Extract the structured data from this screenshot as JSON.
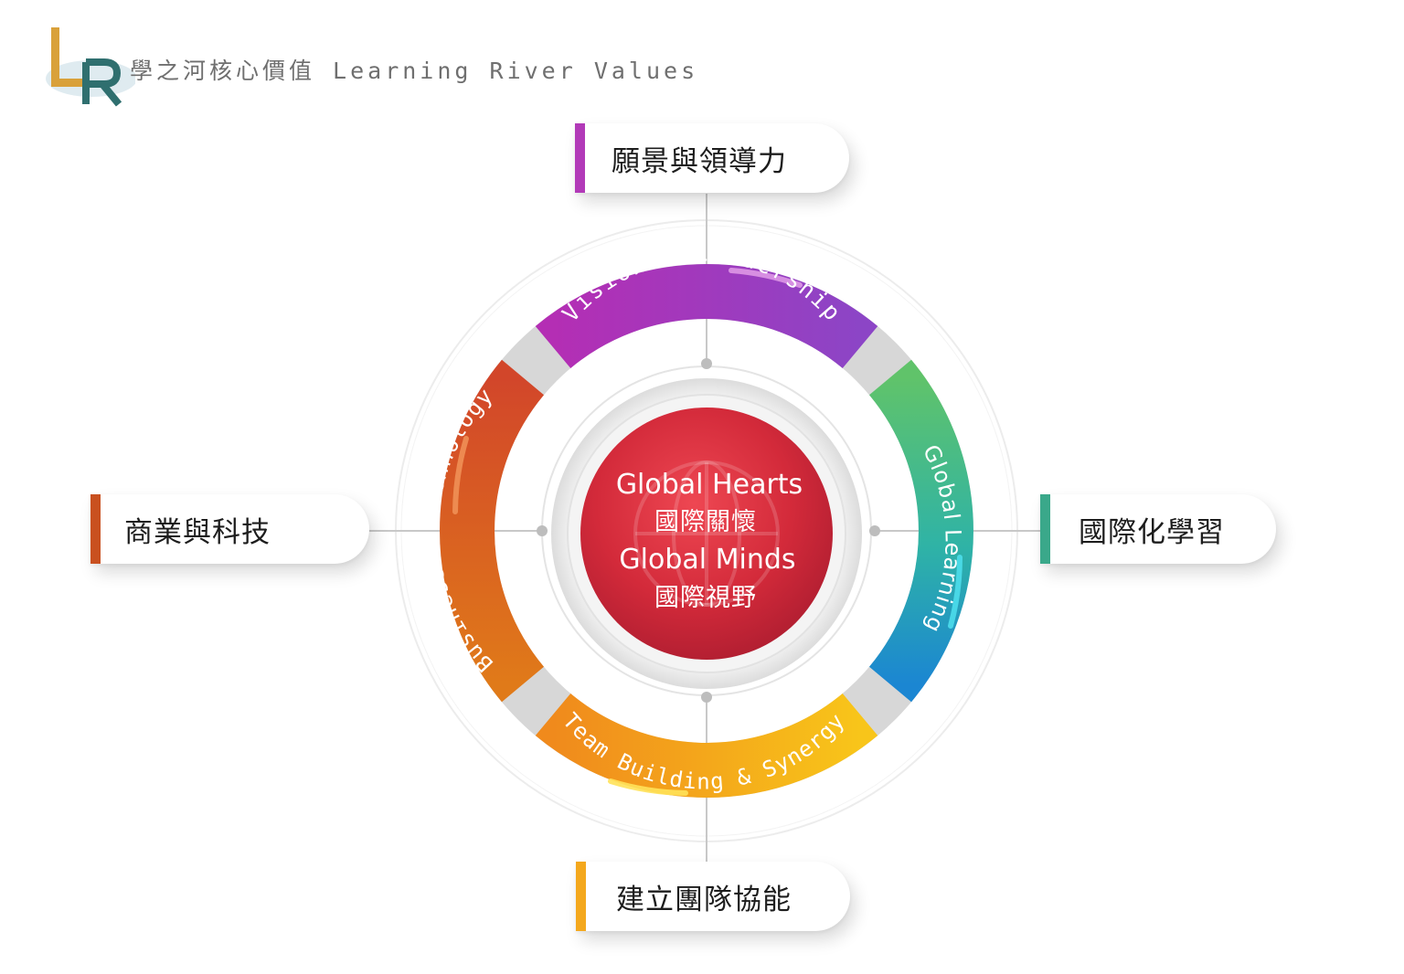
{
  "header": {
    "title": "學之河核心價值 Learning River Values",
    "logo_letters": "LR"
  },
  "center": {
    "line1": "Global Hearts",
    "line2": "國際關懷",
    "line3": "Global Minds",
    "line4": "國際視野"
  },
  "ring_segments": [
    {
      "label": "Vision & Leadership",
      "color_start": "#b033b8",
      "color_end": "#8a3fc4"
    },
    {
      "label": "Global Learning",
      "color_start": "#5cc26a",
      "color_end": "#1e8fd1"
    },
    {
      "label": "Team Building & Synergy",
      "color_start": "#f08a1c",
      "color_end": "#f7c21a"
    },
    {
      "label": "Business & Technology",
      "color_start": "#d24b22",
      "color_end": "#e37a1a"
    }
  ],
  "cards": {
    "vision": {
      "label": "願景與領導力",
      "color": "#b23ab8"
    },
    "business": {
      "label": "商業與科技",
      "color": "#c9501f"
    },
    "global": {
      "label": "國際化學習",
      "color": "#3aa88a"
    },
    "team": {
      "label": "建立團隊協能",
      "color": "#f4a81d"
    }
  },
  "colors": {
    "center_red": "#d42a3a",
    "gap_gray": "#d9d9d9",
    "line_gray": "#c8c8c8",
    "logo_gold": "#d9a13a",
    "logo_teal": "#2f6f6f"
  }
}
